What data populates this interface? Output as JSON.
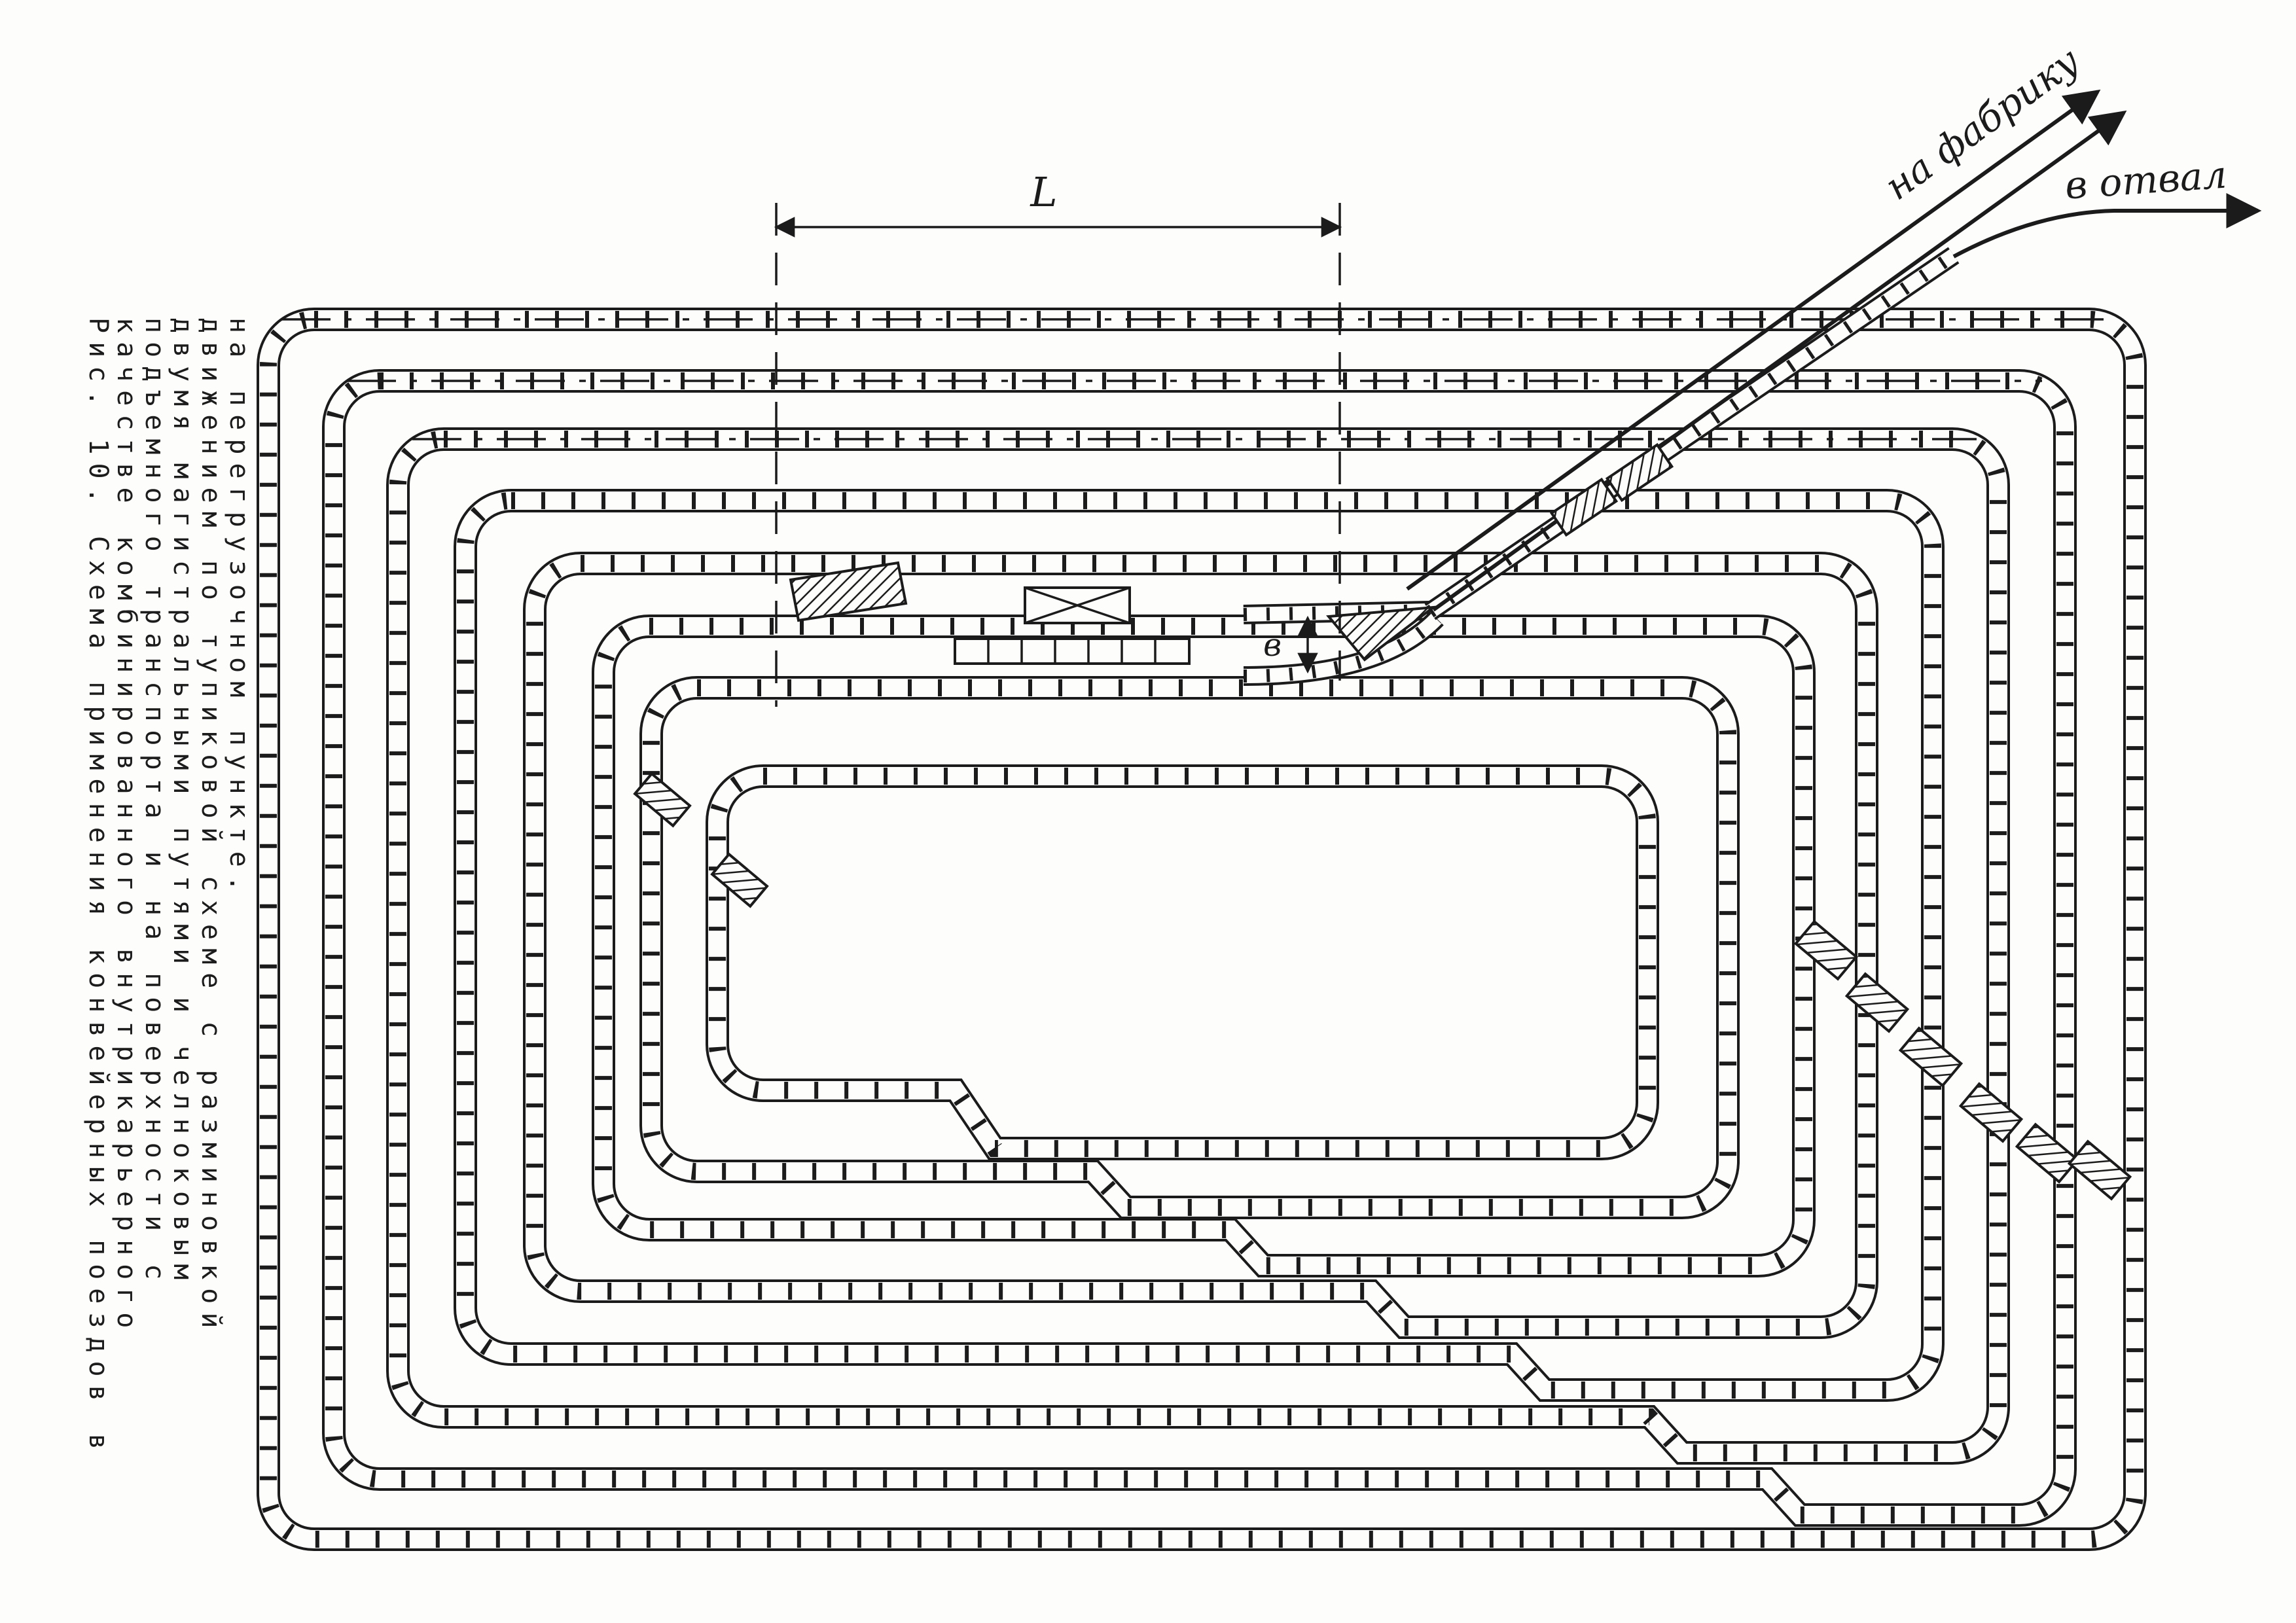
{
  "figure": {
    "caption": {
      "lines": [
        "Рис. 10. Схема применения конвейерных поездов в",
        "качестве комбинированного внутрикарьерного",
        "подъемного транспорта и на поверхности с",
        "двумя магистральными путями и челноковым",
        "движением по тупиковой схеме с разминовкой",
        "на перегрузочном пункте."
      ]
    },
    "labels": {
      "to_factory": "на фабрику",
      "to_dump": "в отвал",
      "dim_length": "L",
      "dim_gauge": "в"
    },
    "colors": {
      "ink": "#1b1b1b",
      "paper": "#fdfdfc"
    }
  }
}
